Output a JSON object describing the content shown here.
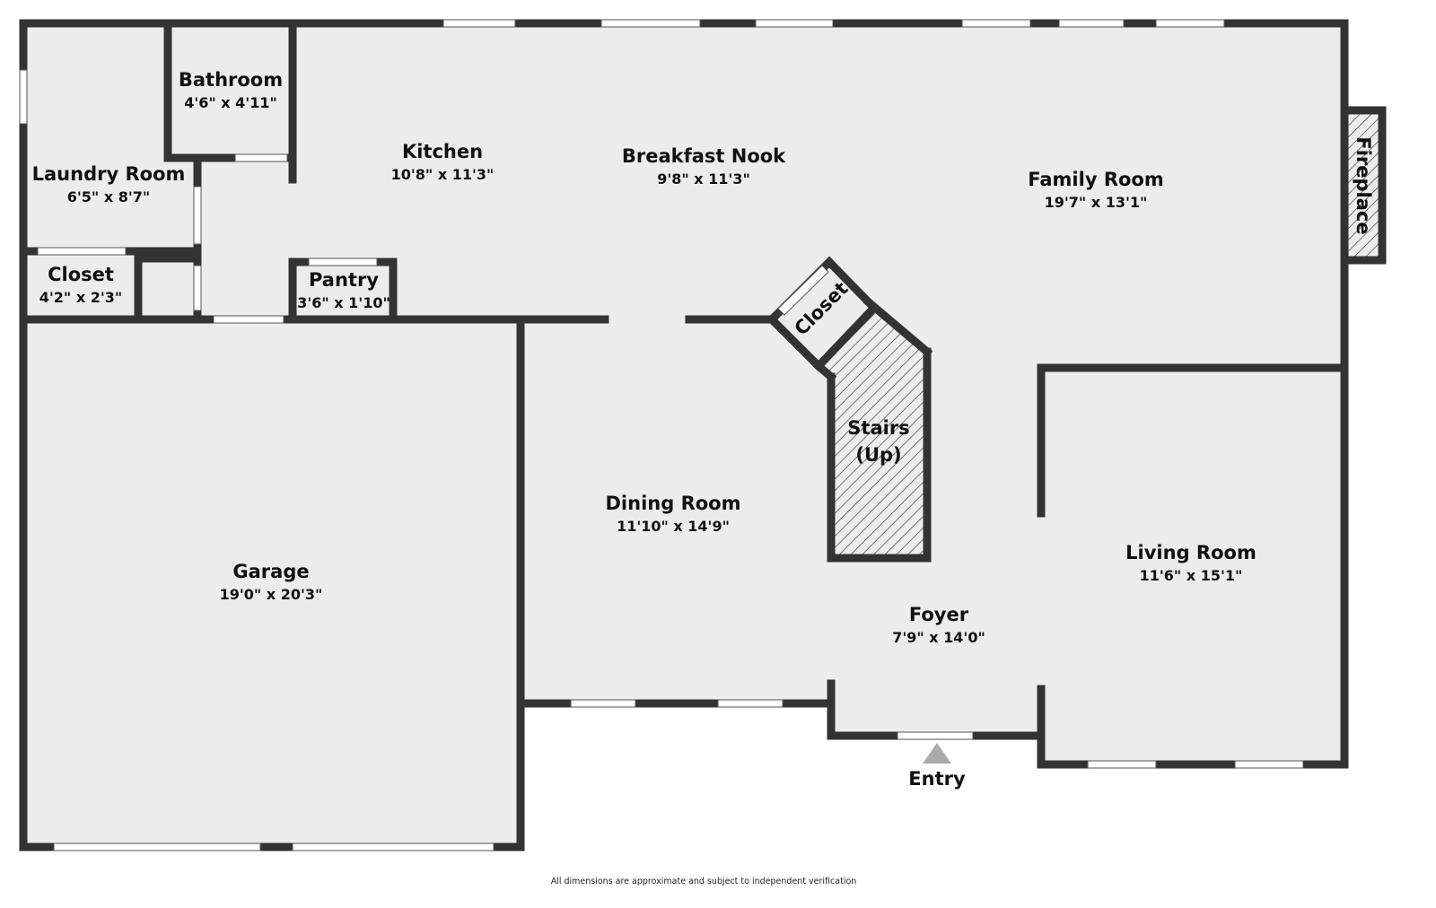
{
  "colors": {
    "wall": "#333333",
    "floor": "#ececec",
    "background": "#ffffff",
    "window": "#ffffff",
    "entry_arrow": "#aaaaaa"
  },
  "rooms": {
    "bathroom": {
      "name": "Bathroom",
      "dims": "4'6\" x 4'11\""
    },
    "laundry": {
      "name": "Laundry Room",
      "dims": "6'5\" x 8'7\""
    },
    "closet_laundry": {
      "name": "Closet",
      "dims": "4'2\" x 2'3\""
    },
    "pantry": {
      "name": "Pantry",
      "dims": "3'6\" x 1'10\""
    },
    "kitchen": {
      "name": "Kitchen",
      "dims": "10'8\" x 11'3\""
    },
    "breakfast_nook": {
      "name": "Breakfast Nook",
      "dims": "9'8\" x 11'3\""
    },
    "family_room": {
      "name": "Family Room",
      "dims": "19'7\" x 13'1\""
    },
    "closet_stairs": {
      "name": "Closet"
    },
    "stairs": {
      "line1": "Stairs",
      "line2": "(Up)"
    },
    "dining_room": {
      "name": "Dining Room",
      "dims": "11'10\" x 14'9\""
    },
    "garage": {
      "name": "Garage",
      "dims": "19'0\" x 20'3\""
    },
    "foyer": {
      "name": "Foyer",
      "dims": "7'9\" x 14'0\""
    },
    "living_room": {
      "name": "Living Room",
      "dims": "11'6\" x 15'1\""
    }
  },
  "fireplace": {
    "label": "Fireplace"
  },
  "entry": {
    "label": "Entry"
  },
  "footer": {
    "note": "All dimensions are approximate and subject to independent verification"
  }
}
